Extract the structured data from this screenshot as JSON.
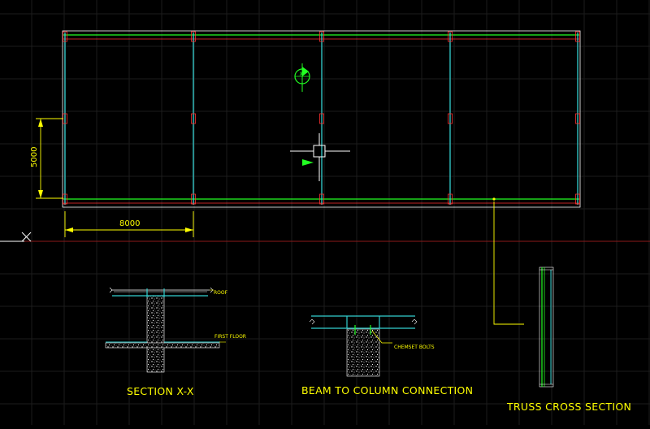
{
  "drawing": {
    "dimensions": {
      "horizontal": "8000",
      "vertical": "5000"
    },
    "labels": {
      "roof": "ROOF",
      "first_floor": "FIRST FLOOR",
      "chemset_bolts": "CHEMSET BOLTS",
      "section_xx": "SECTION X-X",
      "beam_to_column": "BEAM TO COLUMN CONNECTION",
      "truss_cross_section": "TRUSS CROSS SECTION"
    },
    "section_marker": "X"
  },
  "colors": {
    "background": "#000000",
    "grid": "#1c1c1c",
    "beam": "#22ff22",
    "column": "#33d0d0",
    "support": "#ff3030",
    "annotation": "#ffff00",
    "axis_line": "#8b1a1a",
    "concrete": "#ffffff"
  }
}
